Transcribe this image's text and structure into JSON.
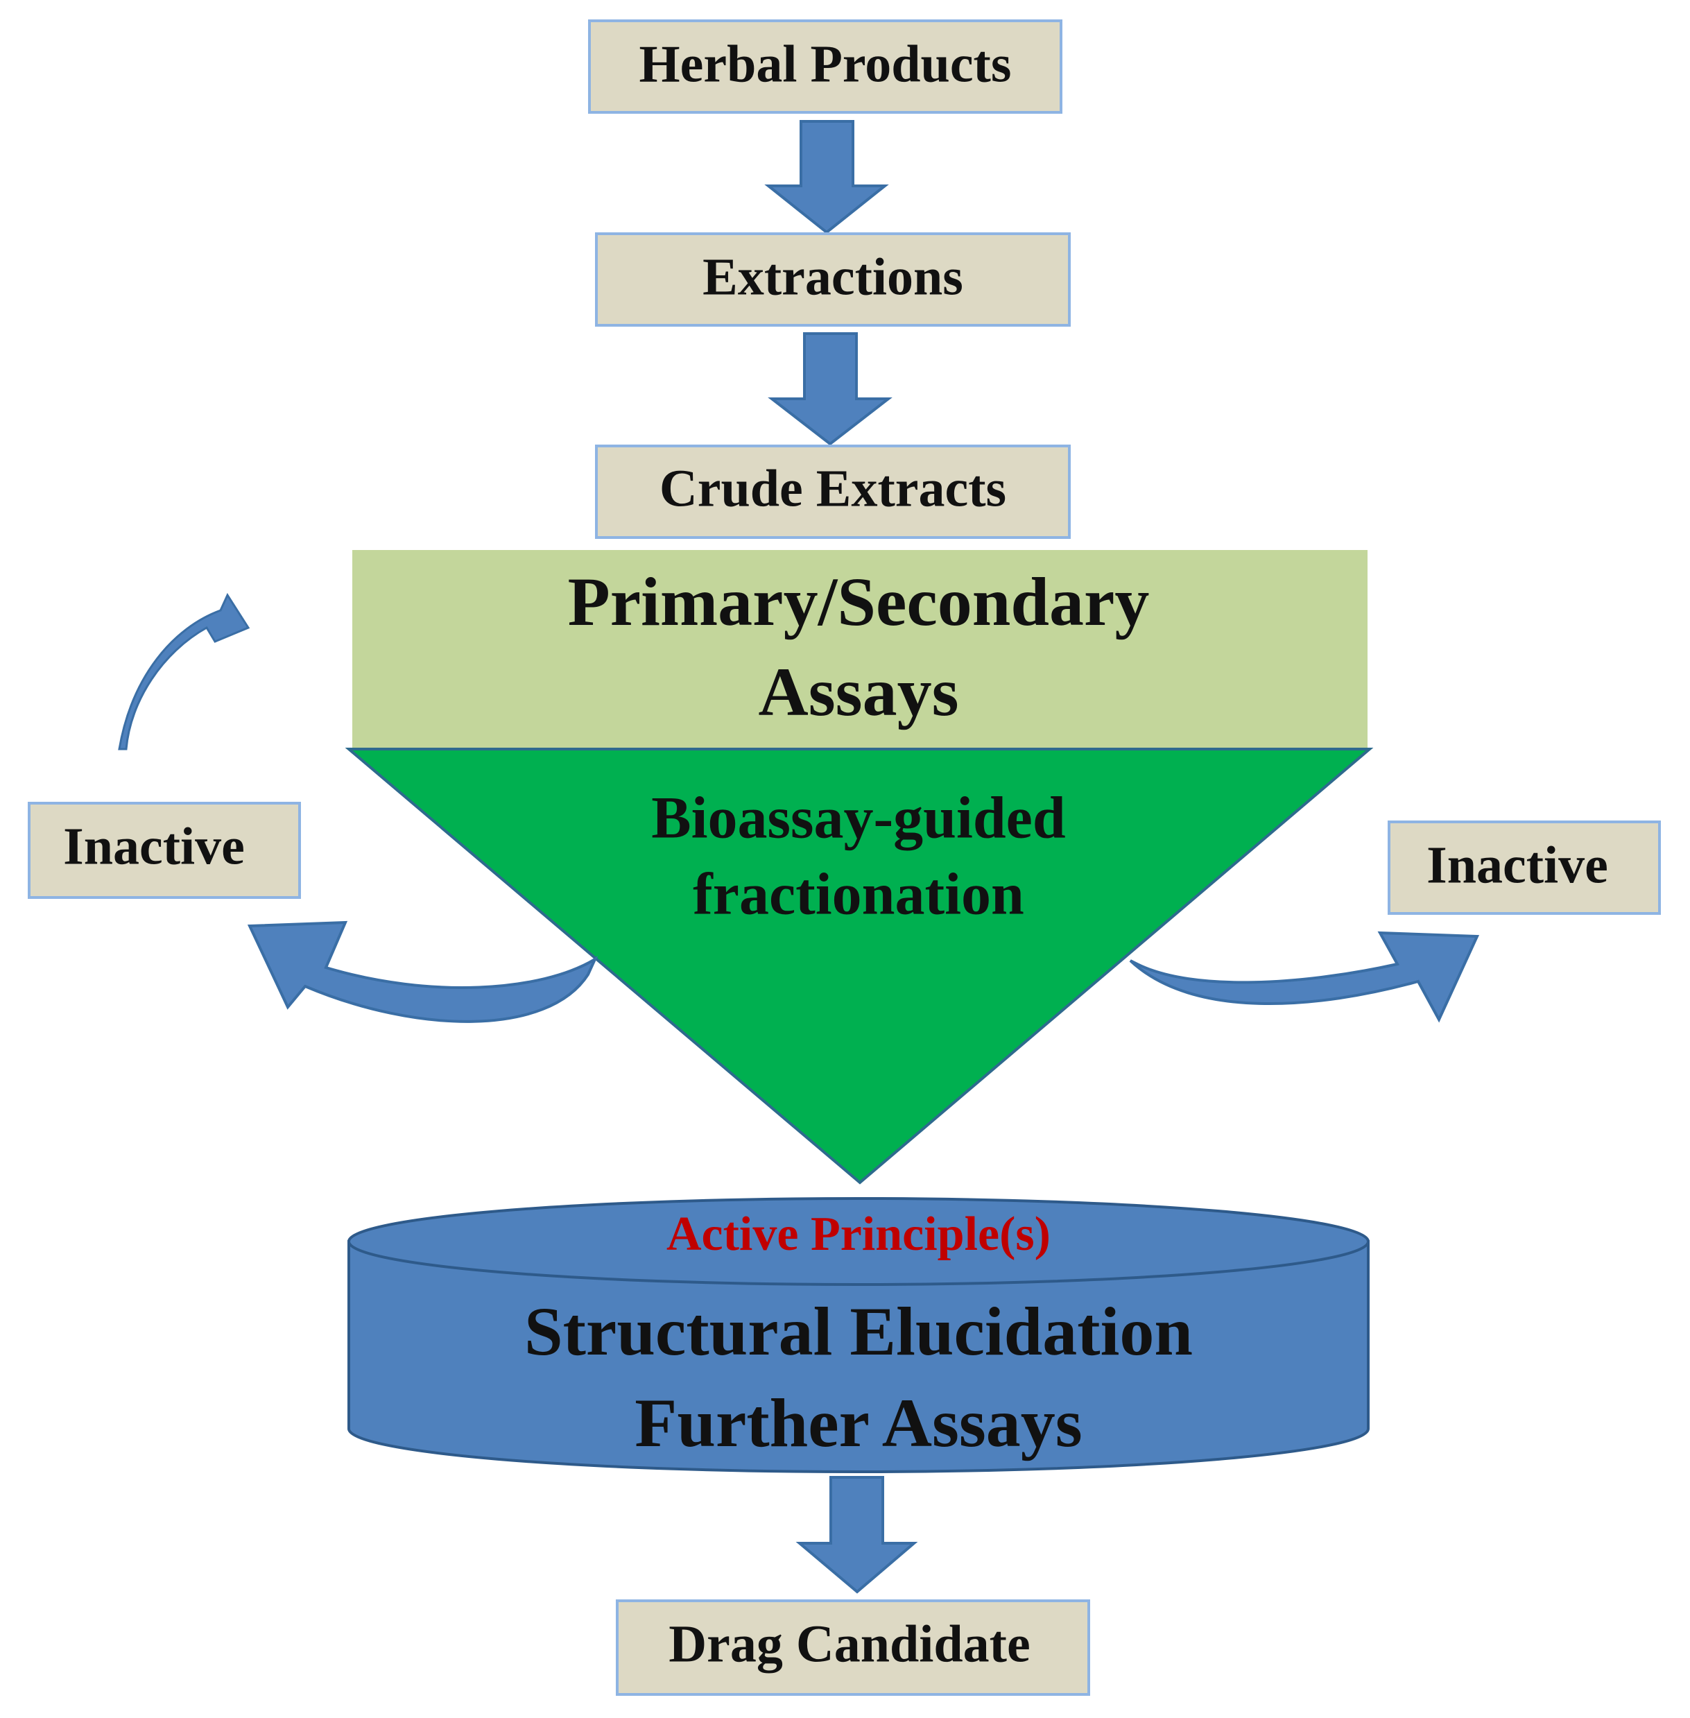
{
  "boxes": {
    "herbal_products": "Herbal Products",
    "extractions": "Extractions",
    "crude_extracts": "Crude Extracts",
    "inactive_left": "Inactive",
    "inactive_right": "Inactive",
    "drug_candidate": "Drag Candidate"
  },
  "assays": {
    "line1": "Primary/Secondary",
    "line2": "Assays"
  },
  "funnel": {
    "line1": "Bioassay-guided",
    "line2": "fractionation"
  },
  "cylinder": {
    "top_label": "Active Principle(s)",
    "line1": "Structural Elucidation",
    "line2": "Further Assays"
  },
  "colors": {
    "box_fill": "#ddd9c4",
    "box_stroke": "#8eb4e3",
    "assay_fill": "#c3d69b",
    "funnel_fill": "#00b050",
    "arrow_fill": "#4f81bd",
    "arrow_stroke": "#3a6ea5",
    "active_text": "#c00000"
  }
}
